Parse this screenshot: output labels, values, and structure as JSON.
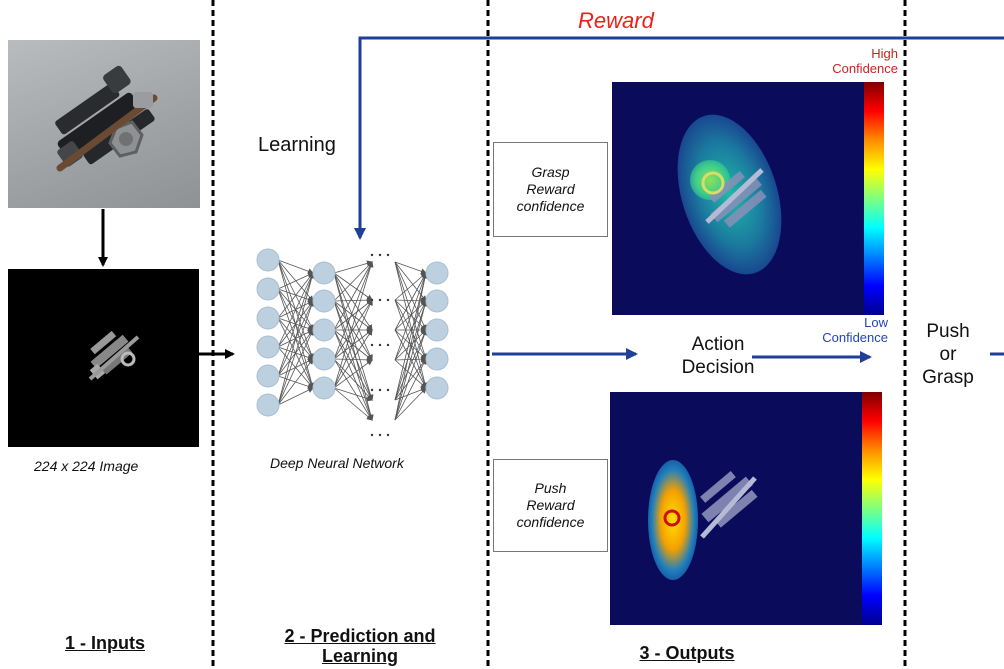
{
  "sections": {
    "inputs": "1 - Inputs",
    "prediction_line1": "2 - Prediction and",
    "prediction_line2": "Learning",
    "outputs": "3 - Outputs"
  },
  "labels": {
    "reward": "Reward",
    "learning": "Learning",
    "image_caption": "224 x 224 Image",
    "network_caption": "Deep Neural Network",
    "action_line1": "Action",
    "action_line2": "Decision",
    "push_line1": "Push",
    "push_line2": "or",
    "push_line3": "Grasp",
    "high_line1": "High",
    "high_line2": "Confidence",
    "low_line1": "Low",
    "low_line2": "Confidence"
  },
  "boxes": {
    "grasp": [
      "Grasp",
      "Reward",
      "confidence"
    ],
    "push": [
      "Push",
      "Reward",
      "confidence"
    ]
  },
  "colors": {
    "arrow_blue": "#1f3f99",
    "reward_red": "#e8221a",
    "high_red": "#cc2222",
    "low_blue": "#2244bb",
    "heatmap_bg": "#0b0b5c",
    "node_fill": "#bcd0e0"
  }
}
